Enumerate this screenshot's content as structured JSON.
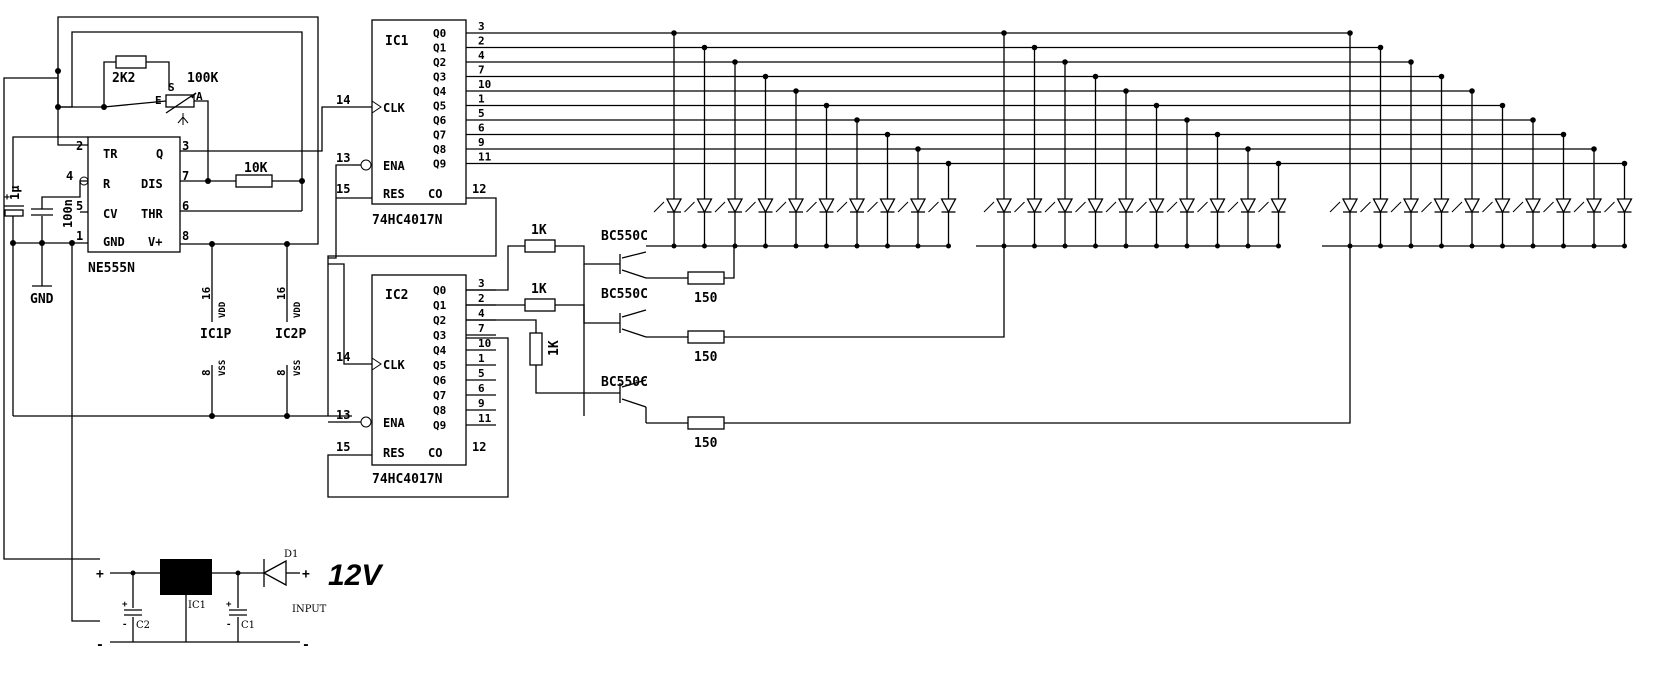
{
  "ne555": {
    "part": "NE555N",
    "pins": {
      "tr": "TR",
      "q": "Q",
      "r": "R",
      "dis": "DIS",
      "cv": "CV",
      "thr": "THR",
      "gnd": "GND",
      "vplus": "V+"
    },
    "pin_numbers": {
      "p2": "2",
      "p3": "3",
      "p4": "4",
      "p7": "7",
      "p5": "5",
      "p6": "6",
      "p1": "1",
      "p8": "8"
    }
  },
  "timing": {
    "r1": "2K2",
    "pot": "100K",
    "pot_terminals": {
      "e": "E",
      "s": "S",
      "a": "A"
    },
    "r2": "10K",
    "c_1u": "1µ",
    "c_100n": "100n",
    "gnd": "GND"
  },
  "ic1": {
    "name": "IC1",
    "part": "74HC4017N",
    "outputs": [
      {
        "label": "Q0",
        "pin": "3"
      },
      {
        "label": "Q1",
        "pin": "2"
      },
      {
        "label": "Q2",
        "pin": "4"
      },
      {
        "label": "Q3",
        "pin": "7"
      },
      {
        "label": "Q4",
        "pin": "10"
      },
      {
        "label": "Q5",
        "pin": "1"
      },
      {
        "label": "Q6",
        "pin": "5"
      },
      {
        "label": "Q7",
        "pin": "6"
      },
      {
        "label": "Q8",
        "pin": "9"
      },
      {
        "label": "Q9",
        "pin": "11"
      }
    ],
    "clk": "CLK",
    "clk_pin": "14",
    "ena": "ENA",
    "ena_pin": "13",
    "res": "RES",
    "res_pin": "15",
    "co": "CO",
    "co_pin": "12"
  },
  "ic2": {
    "name": "IC2",
    "part": "74HC4017N",
    "outputs": [
      {
        "label": "Q0",
        "pin": "3"
      },
      {
        "label": "Q1",
        "pin": "2"
      },
      {
        "label": "Q2",
        "pin": "4"
      },
      {
        "label": "Q3",
        "pin": "7"
      },
      {
        "label": "Q4",
        "pin": "10"
      },
      {
        "label": "Q5",
        "pin": "1"
      },
      {
        "label": "Q6",
        "pin": "5"
      },
      {
        "label": "Q7",
        "pin": "6"
      },
      {
        "label": "Q8",
        "pin": "9"
      },
      {
        "label": "Q9",
        "pin": "11"
      }
    ],
    "clk": "CLK",
    "clk_pin": "14",
    "ena": "ENA",
    "ena_pin": "13",
    "res": "RES",
    "res_pin": "15",
    "co": "CO",
    "co_pin": "12"
  },
  "power_pins": {
    "ic1p": {
      "name": "IC1P",
      "vdd_pin": "16",
      "vdd": "VDD",
      "vss_pin": "8",
      "vss": "VSS"
    },
    "ic2p": {
      "name": "IC2P",
      "vdd_pin": "16",
      "vdd": "VDD",
      "vss_pin": "8",
      "vss": "VSS"
    }
  },
  "drivers": {
    "base_resistor": "1K",
    "transistor": "BC550C",
    "collector_resistor": "150"
  },
  "led_bank_size": 10,
  "supply": {
    "voltage": "12V",
    "input": "INPUT",
    "diode": "D1",
    "regulator": "IC1",
    "c1": "C1",
    "c2": "C2",
    "plus": "+",
    "minus": "-"
  }
}
